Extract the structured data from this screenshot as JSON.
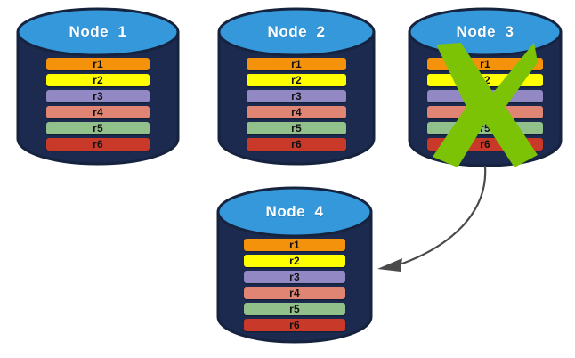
{
  "diagram": {
    "title_text_spacing": "wide",
    "background_color": "#ffffff",
    "palette": {
      "cylinder_body": "#1B2A4E",
      "cylinder_top": "#3498DB",
      "cylinder_outline": "#16233F",
      "title_color": "#FFFFFF",
      "x_mark": "#7CC306",
      "arrow": "#4A4A4A",
      "record_label": "#111111"
    },
    "record_colors": {
      "r1": "#F5920B",
      "r2": "#FFFF00",
      "r3": "#9289C4",
      "r4": "#E08573",
      "r5": "#92C08A",
      "r6": "#C8392A"
    },
    "nodes": [
      {
        "id": "node-1",
        "title": "Node  1",
        "failed": false,
        "records": [
          {
            "label": "r1",
            "color": "#F5920B"
          },
          {
            "label": "r2",
            "color": "#FFFF00"
          },
          {
            "label": "r3",
            "color": "#9289C4"
          },
          {
            "label": "r4",
            "color": "#E08573"
          },
          {
            "label": "r5",
            "color": "#92C08A"
          },
          {
            "label": "r6",
            "color": "#C8392A"
          }
        ]
      },
      {
        "id": "node-2",
        "title": "Node  2",
        "failed": false,
        "records": [
          {
            "label": "r1",
            "color": "#F5920B"
          },
          {
            "label": "r2",
            "color": "#FFFF00"
          },
          {
            "label": "r3",
            "color": "#9289C4"
          },
          {
            "label": "r4",
            "color": "#E08573"
          },
          {
            "label": "r5",
            "color": "#92C08A"
          },
          {
            "label": "r6",
            "color": "#C8392A"
          }
        ]
      },
      {
        "id": "node-3",
        "title": "Node  3",
        "failed": true,
        "records": [
          {
            "label": "r1",
            "color": "#F5920B"
          },
          {
            "label": "r2",
            "color": "#FFFF00"
          },
          {
            "label": "r3",
            "color": "#9289C4"
          },
          {
            "label": "r4",
            "color": "#E08573"
          },
          {
            "label": "r5",
            "color": "#92C08A"
          },
          {
            "label": "r6",
            "color": "#C8392A"
          }
        ]
      },
      {
        "id": "node-4",
        "title": "Node  4",
        "failed": false,
        "records": [
          {
            "label": "r1",
            "color": "#F5920B"
          },
          {
            "label": "r2",
            "color": "#FFFF00"
          },
          {
            "label": "r3",
            "color": "#9289C4"
          },
          {
            "label": "r4",
            "color": "#E08573"
          },
          {
            "label": "r5",
            "color": "#92C08A"
          },
          {
            "label": "r6",
            "color": "#C8392A"
          }
        ]
      }
    ],
    "annotations": {
      "failure_mark": "green-x-cross",
      "replication_arrow": "curved-arrow-node3-to-node4"
    }
  }
}
